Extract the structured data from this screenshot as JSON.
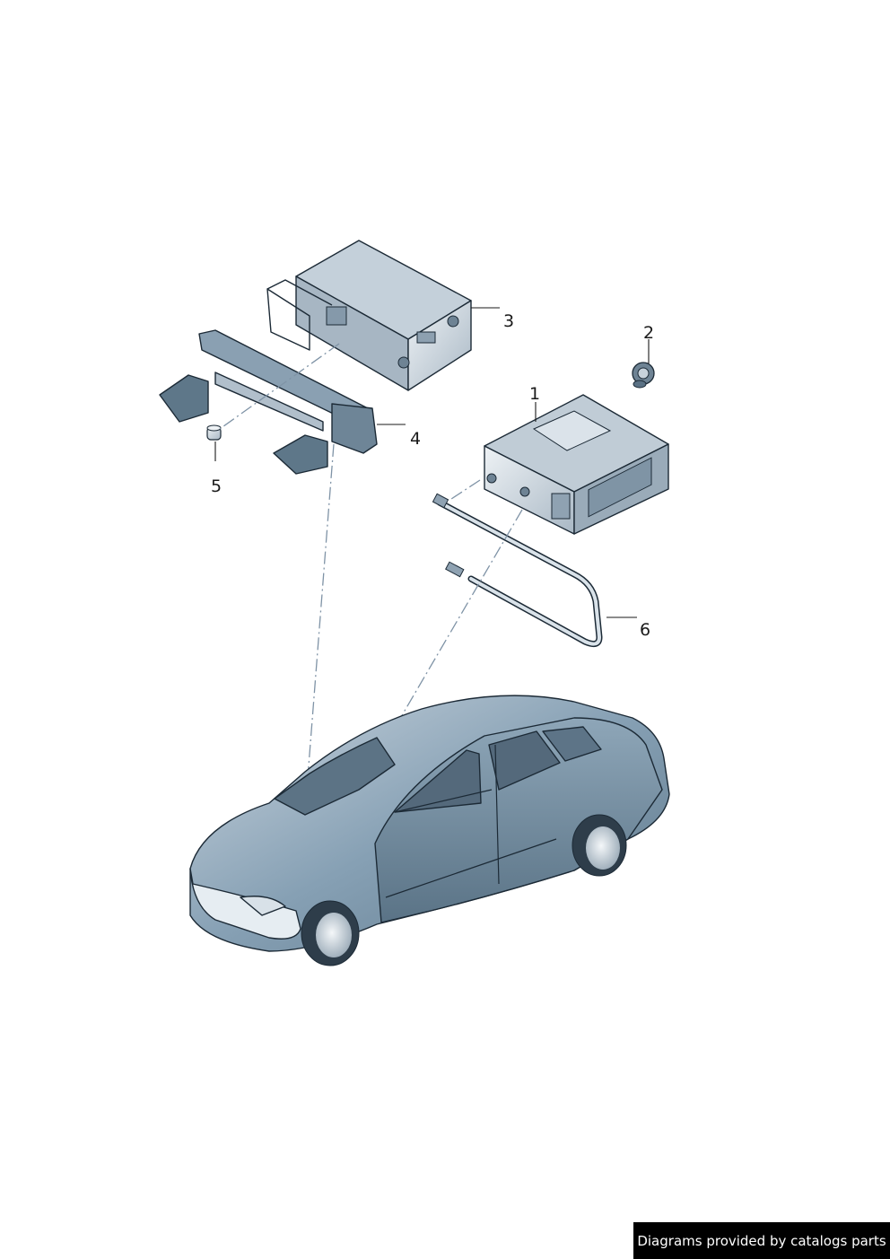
{
  "callouts": [
    {
      "id": "1",
      "text": "1"
    },
    {
      "id": "2",
      "text": "2"
    },
    {
      "id": "3",
      "text": "3"
    },
    {
      "id": "4",
      "text": "4"
    },
    {
      "id": "5",
      "text": "5"
    },
    {
      "id": "6",
      "text": "6"
    }
  ],
  "footer": {
    "text": "Diagrams provided by catalogs parts"
  },
  "colors": {
    "car_body": "#7f98ac",
    "car_shadow": "#5e7789",
    "part_light": "#dfe6ec",
    "part_mid": "#b5c3cf",
    "part_dark": "#6e8394",
    "line": "#1c2a36",
    "dash_line": "#7f93a6",
    "footer_bg": "#000000"
  }
}
